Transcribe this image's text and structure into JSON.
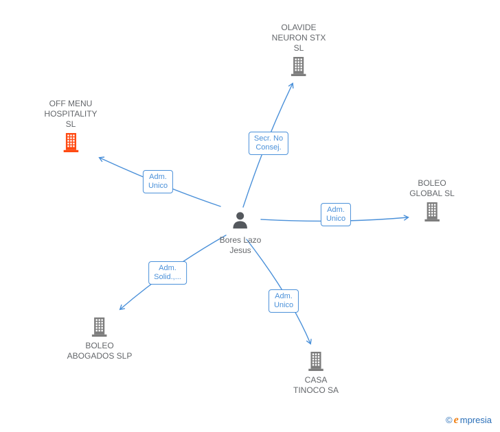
{
  "graph": {
    "center_person": {
      "label_lines": [
        "Bores Lazo",
        "Jesus"
      ]
    },
    "companies": {
      "olavide": {
        "label_lines": [
          "OLAVIDE",
          "NEURON STX",
          "SL"
        ]
      },
      "off_menu": {
        "label_lines": [
          "OFF MENU",
          "HOSPITALITY",
          "SL"
        ],
        "highlighted": true
      },
      "boleo_global": {
        "label_lines": [
          "BOLEO",
          "GLOBAL  SL"
        ]
      },
      "boleo_abogados": {
        "label_lines": [
          "BOLEO",
          "ABOGADOS  SLP"
        ]
      },
      "casa_tinoco": {
        "label_lines": [
          "CASA",
          "TINOCO SA"
        ]
      }
    },
    "relations": {
      "olavide": {
        "lines": [
          "Secr.  No",
          "Consej."
        ]
      },
      "off_menu": {
        "lines": [
          "Adm.",
          "Unico"
        ]
      },
      "boleo_global": {
        "lines": [
          "Adm.",
          "Unico"
        ]
      },
      "boleo_abogados": {
        "lines": [
          "Adm.",
          "Solid.,..."
        ]
      },
      "casa_tinoco": {
        "lines": [
          "Adm.",
          "Unico"
        ]
      }
    },
    "colors": {
      "edge_blue": "#4a90d9",
      "company_gray": "#7d7d7d",
      "company_highlight_orange": "#ff4a12",
      "person_gray": "#54585d",
      "node_text_gray": "#63666a"
    }
  },
  "footer": {
    "copyright": "©",
    "brand_mark": "e",
    "brand_rest": "mpresia"
  }
}
